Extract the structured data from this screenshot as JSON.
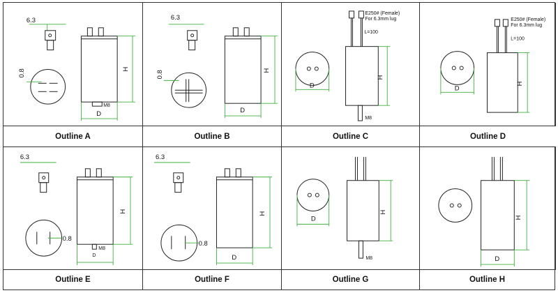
{
  "outlines": [
    {
      "caption": "Outline A",
      "dims": {
        "tab": "6.3",
        "thick": "0.8",
        "height": "H",
        "diameter": "D",
        "stud": "M8"
      }
    },
    {
      "caption": "Outline B",
      "dims": {
        "tab": "6.3",
        "thick": "0.8",
        "height": "H",
        "diameter": "D"
      }
    },
    {
      "caption": "Outline C",
      "dims": {
        "lead_note1": "E250# (Female)",
        "lead_note2": "For 6.3mm lug",
        "lead_len": "L=100",
        "height": "H",
        "diameter": "D",
        "stud": "M8"
      }
    },
    {
      "caption": "Outline D",
      "dims": {
        "lead_note1": "E250# (Female)",
        "lead_note2": "For 6.3mm lug",
        "lead_len": "L=100",
        "height": "H",
        "diameter": "D"
      }
    },
    {
      "caption": "Outline E",
      "dims": {
        "tab": "6.3",
        "thick": "0.8",
        "height": "H",
        "diameter": "D",
        "stud": "M8"
      }
    },
    {
      "caption": "Outline F",
      "dims": {
        "tab": "6.3",
        "thick": "0.8",
        "height": "H",
        "diameter": "D"
      }
    },
    {
      "caption": "Outline G",
      "dims": {
        "height": "H",
        "diameter": "D",
        "stud": "M8"
      }
    },
    {
      "caption": "Outline H",
      "dims": {
        "height": "H",
        "diameter": "D"
      }
    }
  ]
}
